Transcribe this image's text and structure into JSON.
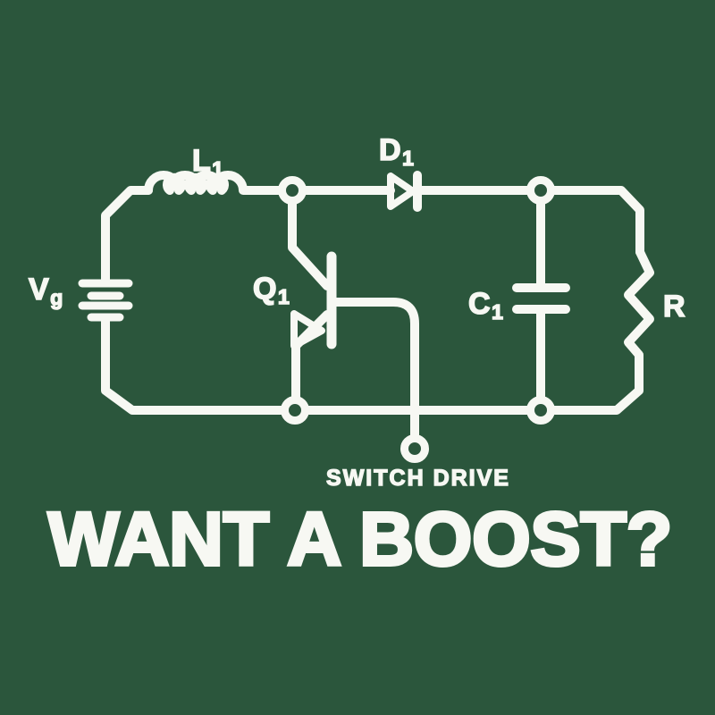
{
  "theme": {
    "background_color": "#2B563C",
    "line_color": "#F7F8F3"
  },
  "circuit": {
    "type": "boost-converter-schematic",
    "labels": {
      "vg": {
        "main": "V",
        "sub": "g"
      },
      "l1": {
        "main": "L",
        "sub": "1"
      },
      "d1": {
        "main": "D",
        "sub": "1"
      },
      "q1": {
        "main": "Q",
        "sub": "1"
      },
      "c1": {
        "main": "C",
        "sub": "1"
      },
      "r": {
        "main": "R",
        "sub": ""
      }
    },
    "terminal_label": "SWITCH DRIVE"
  },
  "caption": "WANT A BOOST?"
}
